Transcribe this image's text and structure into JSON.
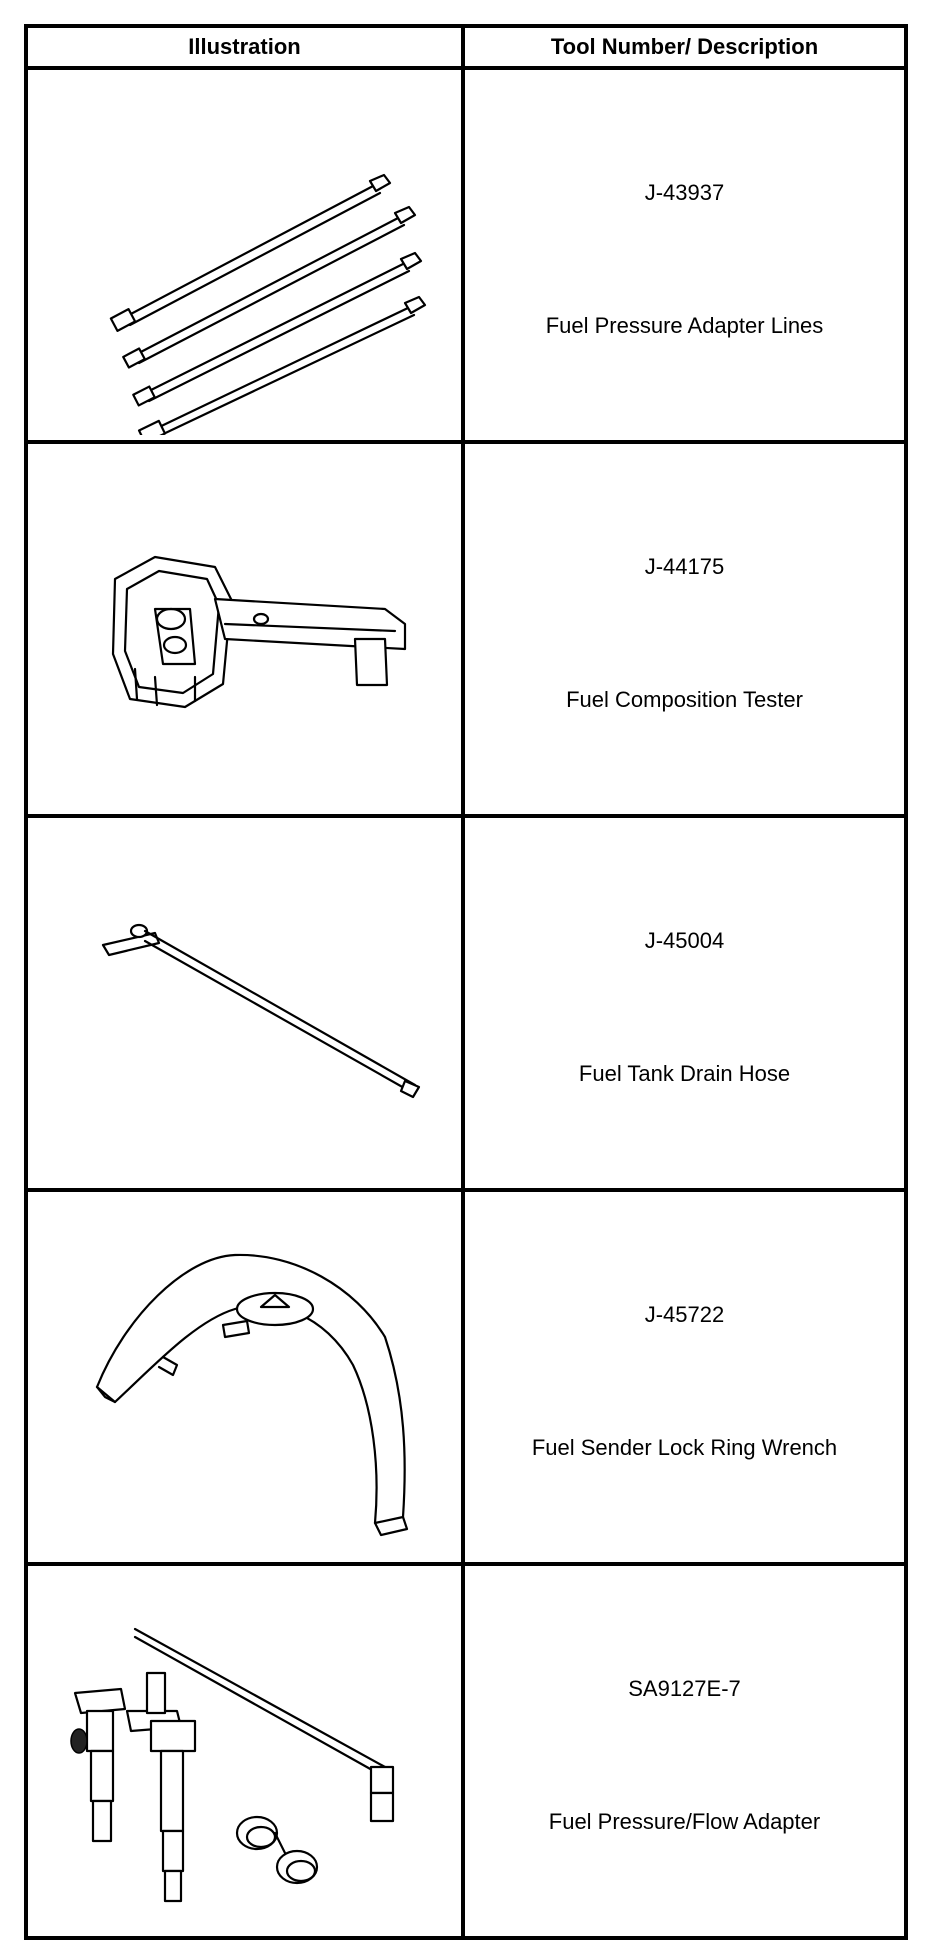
{
  "table": {
    "headers": {
      "illustration": "Illustration",
      "tool_description": "Tool Number/ Description"
    },
    "rows": [
      {
        "tool_number": "J-43937",
        "description": "Fuel Pressure Adapter Lines",
        "illustration_icon": "fuel-pressure-adapter-lines-icon"
      },
      {
        "tool_number": "J-44175",
        "description": "Fuel Composition Tester",
        "illustration_icon": "fuel-composition-tester-icon"
      },
      {
        "tool_number": "J-45004",
        "description": "Fuel Tank Drain Hose",
        "illustration_icon": "fuel-tank-drain-hose-icon"
      },
      {
        "tool_number": "J-45722",
        "description": "Fuel Sender Lock Ring Wrench",
        "illustration_icon": "lock-ring-wrench-icon"
      },
      {
        "tool_number": "SA9127E-7",
        "description": "Fuel Pressure/Flow Adapter",
        "illustration_icon": "fuel-pressure-flow-adapter-icon"
      }
    ]
  }
}
